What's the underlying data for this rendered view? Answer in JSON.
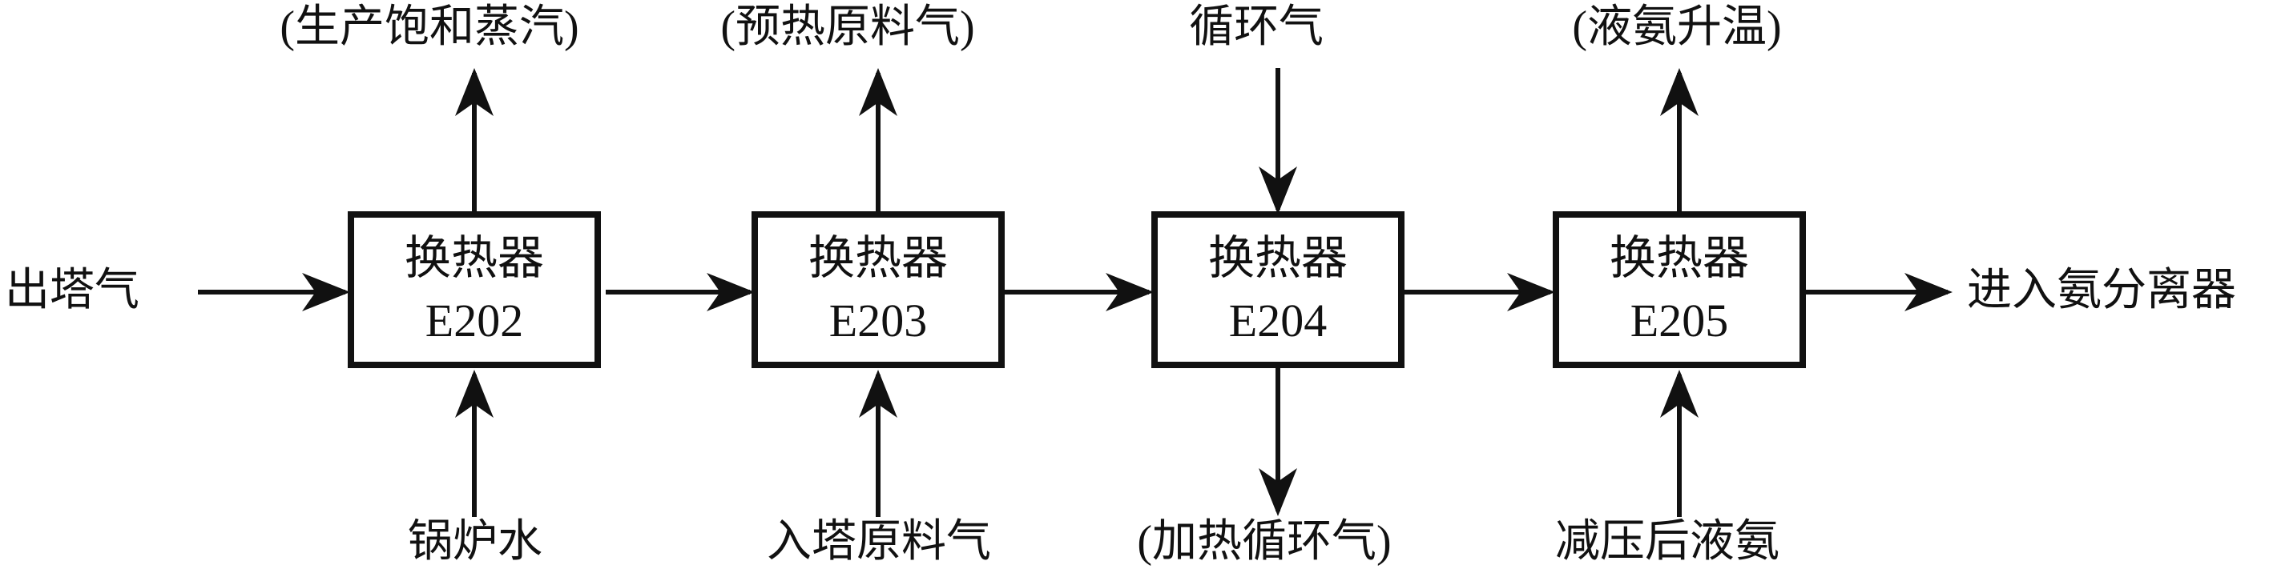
{
  "diagram_type": "process-flow",
  "colors": {
    "line": "#111111",
    "background": "#ffffff",
    "text": "#111111"
  },
  "left_stream": {
    "label": "出塔气"
  },
  "right_stream": {
    "label": "进入氨分离器"
  },
  "exchangers": [
    {
      "name": "换热器",
      "tag": "E202",
      "top_label": "(生产饱和蒸汽)",
      "top_arrow_direction": "up-out",
      "bottom_label": "锅炉水",
      "bottom_arrow_direction": "up-in"
    },
    {
      "name": "换热器",
      "tag": "E203",
      "top_label": "(预热原料气)",
      "top_arrow_direction": "up-out",
      "bottom_label": "入塔原料气",
      "bottom_arrow_direction": "up-in"
    },
    {
      "name": "换热器",
      "tag": "E204",
      "top_label": "循环气",
      "top_arrow_direction": "down-in",
      "bottom_label": "(加热循环气)",
      "bottom_arrow_direction": "down-out"
    },
    {
      "name": "换热器",
      "tag": "E205",
      "top_label": "(液氨升温)",
      "top_arrow_direction": "up-out",
      "bottom_label": "减压后液氨",
      "bottom_arrow_direction": "up-in"
    }
  ],
  "main_flow_sequence": [
    "出塔气",
    "E202",
    "E203",
    "E204",
    "E205",
    "进入氨分离器"
  ]
}
